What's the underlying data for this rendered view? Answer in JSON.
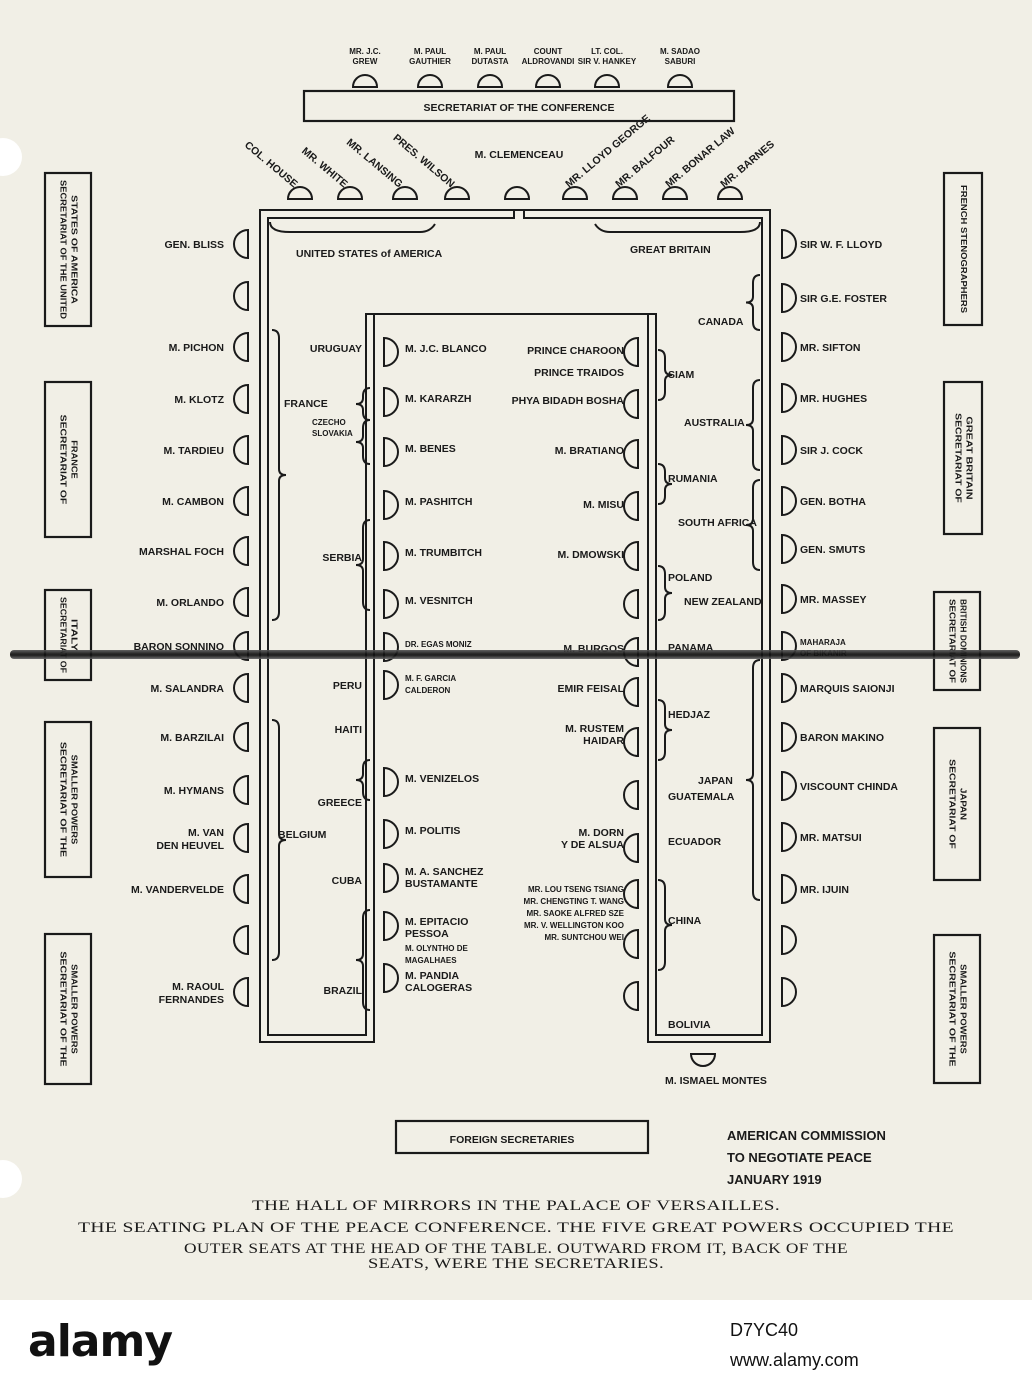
{
  "top_secretariat": {
    "label": "SECRETARIAT OF THE CONFERENCE",
    "names": [
      [
        "MR. J.C.",
        "GREW"
      ],
      [
        "M. PAUL",
        "GAUTHIER"
      ],
      [
        "M. PAUL",
        "DUTASTA"
      ],
      [
        "COUNT",
        "ALDROVANDI"
      ],
      [
        "LT. COL.",
        "SIR V. HANKEY"
      ],
      [
        "M. SADAO",
        "SABURI"
      ]
    ]
  },
  "head_table": {
    "names": [
      "COL. HOUSE",
      "MR. WHITE",
      "MR. LANSING",
      "PRES. WILSON",
      "M. CLEMENCEAU",
      "MR. LLOYD GEORGE",
      "MR. BALFOUR",
      "MR. BONAR LAW",
      "MR. BARNES"
    ],
    "left_power": "UNITED STATES of AMERICA",
    "right_power": "GREAT BRITAIN"
  },
  "left_outer_names": [
    "GEN. BLISS",
    "",
    "M. PICHON",
    "M. KLOTZ",
    "M. TARDIEU",
    "M. CAMBON",
    "MARSHAL FOCH",
    "M. ORLANDO",
    "BARON SONNINO",
    "M. SALANDRA",
    "M. BARZILAI",
    "M. HYMANS",
    "M. VAN DEN HEUVEL",
    "M. VANDERVELDE",
    "",
    "M. RAOUL FERNANDES"
  ],
  "left_outer_countries": [
    "FRANCE",
    "BELGIUM"
  ],
  "left_inner_countries": [
    "URUGUAY",
    "CZECHO SLOVAKIA",
    "SERBIA",
    "PERU",
    "HAITI",
    "GREECE",
    "CUBA",
    "BRAZIL"
  ],
  "center_left_names": [
    "M. J.C. BLANCO",
    "M. KARARZH",
    "M. BENES",
    "M. PASHITCH",
    "M. TRUMBITCH",
    "M. VESNITCH",
    "DR. EGAS MONIZ",
    "M. F. GARCIA CALDERON",
    "M. VENIZELOS",
    "M. POLITIS",
    "M. A. SANCHEZ BUSTAMANTE",
    "M. EPITACIO PESSOA",
    "M. OLYNTHO DE MAGALHAES",
    "M. PANDIA CALOGERAS"
  ],
  "center_right_names": [
    "PRINCE CHAROON",
    "PRINCE TRAIDOS",
    "PHYA BIDADH BOSHA",
    "M. BRATIANO",
    "M. MISU",
    "M. DMOWSKI",
    "M. BURGOS",
    "EMIR FEISAL",
    "M. RUSTEM HAIDAR",
    "M. DORN Y DE ALSUA",
    "MR. LOU TSENG TSIANG",
    "MR. CHENGTING T. WANG",
    "MR. SAOKE ALFRED SZE",
    "MR. V. WELLINGTON KOO",
    "MR. SUNTCHOU WEI"
  ],
  "right_inner_countries": [
    "SIAM",
    "RUMANIA",
    "POLAND",
    "PANAMA",
    "HEDJAZ",
    "GUATEMALA",
    "ECUADOR",
    "CHINA",
    "BOLIVIA"
  ],
  "right_outer_countries": [
    "CANADA",
    "AUSTRALIA",
    "SOUTH AFRICA",
    "NEW ZEALAND",
    "JAPAN"
  ],
  "right_outer_names": [
    "SIR W. F. LLOYD",
    "SIR G.E. FOSTER",
    "MR. SIFTON",
    "MR. HUGHES",
    "SIR J. COCK",
    "GEN. BOTHA",
    "GEN. SMUTS",
    "MR. MASSEY",
    "MAHARAJA OF BIKANIR",
    "MARQUIS SAIONJI",
    "BARON MAKINO",
    "VISCOUNT CHINDA",
    "MR. MATSUI",
    "MR. IJUIN"
  ],
  "bottom_name": "M. ISMAEL MONTES",
  "left_secretariats": [
    "SECRETARIAT OF THE UNITED STATES OF AMERICA",
    "SECRETARIAT OF FRANCE",
    "SECRETARIAT OF ITALY",
    "SECRETARIAT OF THE SMALLER POWERS",
    "SECRETARIAT OF THE SMALLER POWERS"
  ],
  "right_secretariats": [
    "FRENCH STENOGRAPHERS",
    "SECRETARIAT OF GREAT BRITAIN",
    "SECRETARIAT OF BRITISH DOMINIONS",
    "SECRETARIAT OF JAPAN",
    "SECRETARIAT OF THE SMALLER POWERS"
  ],
  "foreign_secretaries": "FOREIGN SECRETARIES",
  "commission": [
    "AMERICAN COMMISSION",
    "TO NEGOTIATE PEACE",
    "JANUARY 1919"
  ],
  "caption": [
    "THE HALL OF MIRRORS IN THE PALACE OF VERSAILLES.",
    "THE SEATING PLAN OF THE PEACE CONFERENCE. THE FIVE GREAT POWERS OCCUPIED THE",
    "OUTER SEATS AT THE HEAD OF THE TABLE. OUTWARD FROM IT, BACK OF THE",
    "SEATS, WERE THE SECRETARIES."
  ],
  "watermark": {
    "logo": "alamy",
    "id": "D7YC40",
    "url": "www.alamy.com"
  }
}
